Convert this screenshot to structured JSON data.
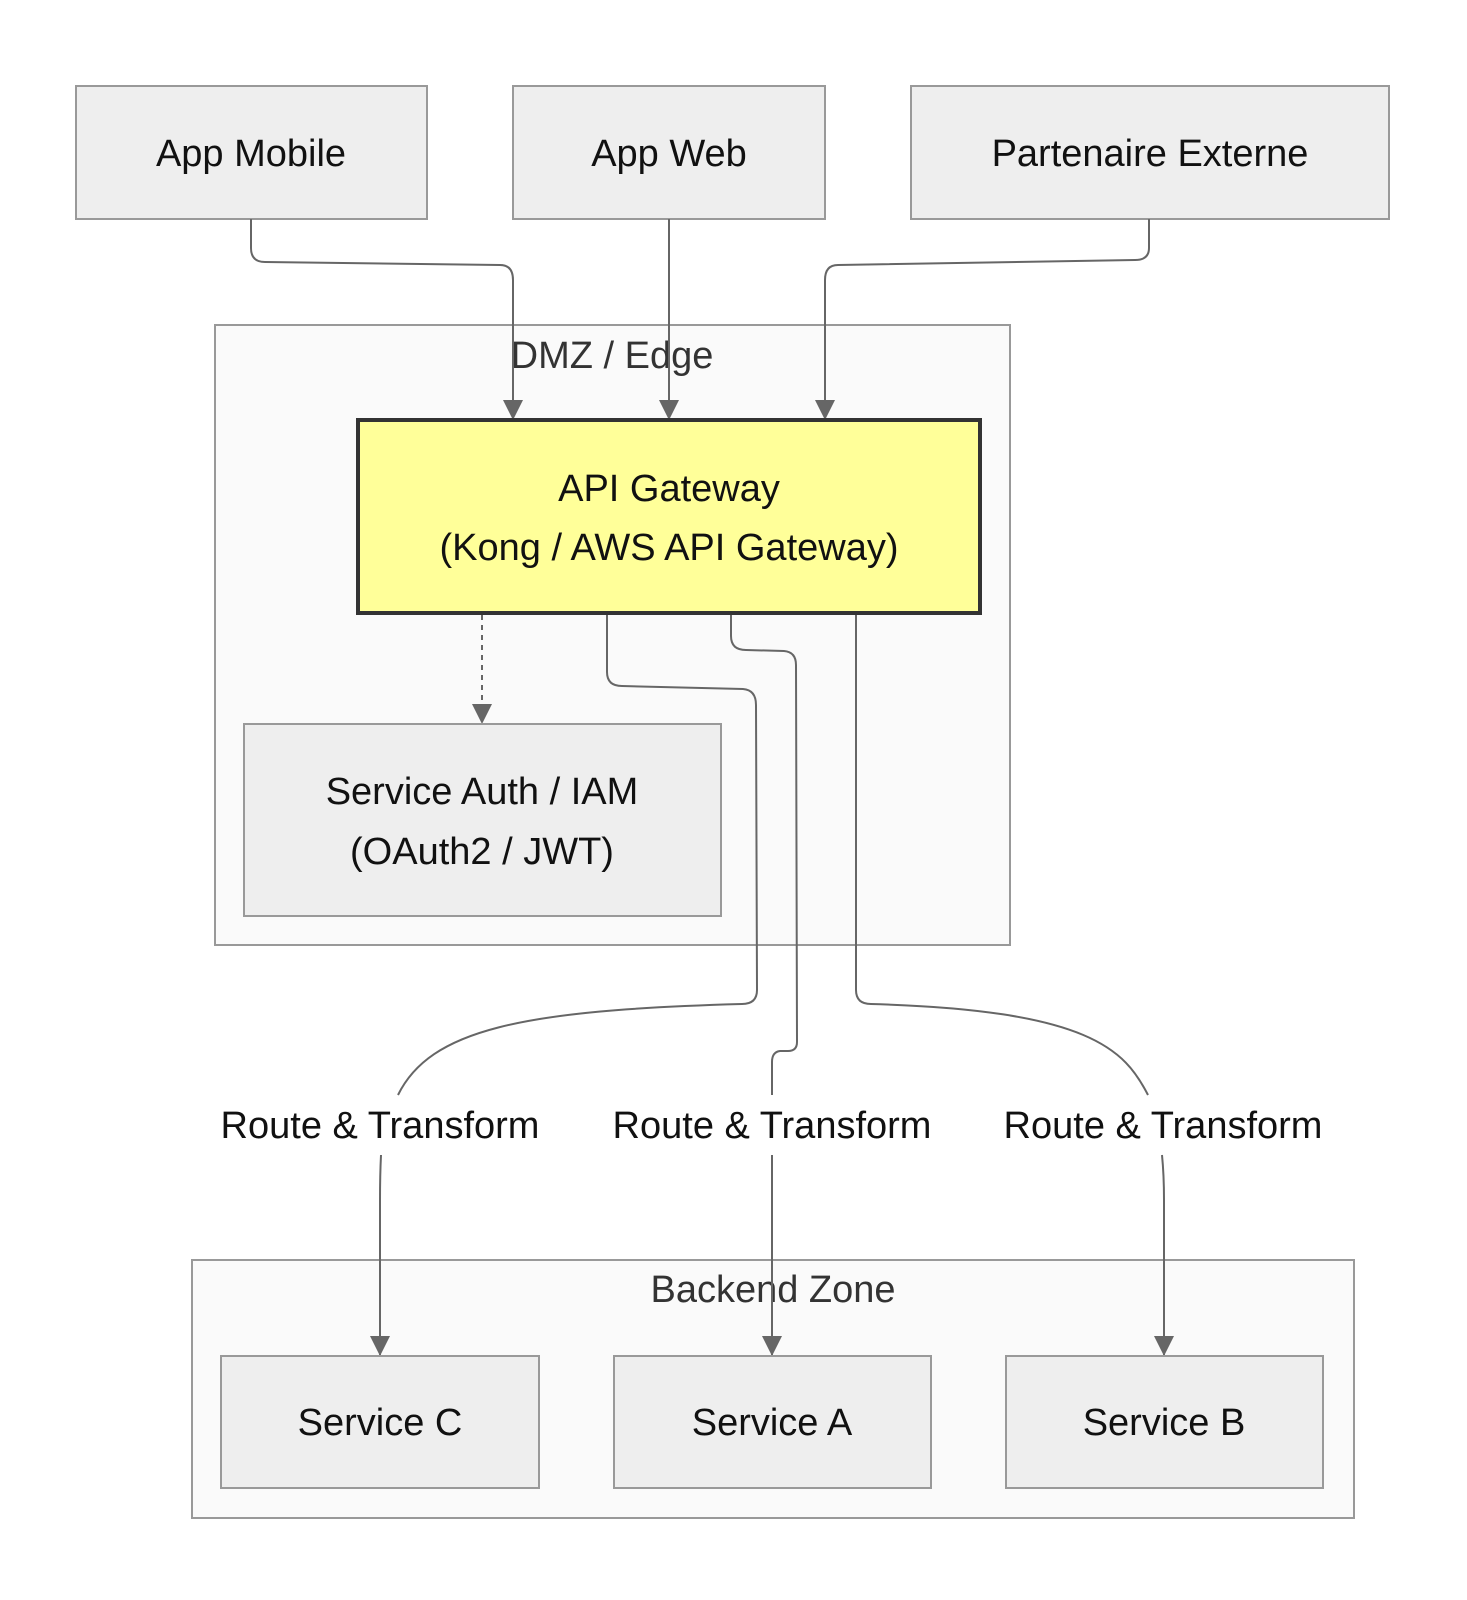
{
  "diagram": {
    "type": "flowchart",
    "clients": [
      {
        "id": "mobile",
        "label": "App Mobile"
      },
      {
        "id": "web",
        "label": "App Web"
      },
      {
        "id": "partner",
        "label": "Partenaire Externe"
      }
    ],
    "clusters": {
      "dmz": {
        "label": "DMZ / Edge"
      },
      "backend": {
        "label": "Backend Zone"
      }
    },
    "gateway": {
      "line1": "API Gateway",
      "line2": "(Kong / AWS API Gateway)",
      "fill": "#ffff99",
      "stroke": "#333333"
    },
    "auth": {
      "line1": "Service Auth / IAM",
      "line2": "(OAuth2 / JWT)"
    },
    "services": [
      {
        "id": "svcC",
        "label": "Service C"
      },
      {
        "id": "svcA",
        "label": "Service A"
      },
      {
        "id": "svcB",
        "label": "Service B"
      }
    ],
    "edges": [
      {
        "from": "App Mobile",
        "to": "API Gateway",
        "style": "solid"
      },
      {
        "from": "App Web",
        "to": "API Gateway",
        "style": "solid"
      },
      {
        "from": "Partenaire Externe",
        "to": "API Gateway",
        "style": "solid"
      },
      {
        "from": "API Gateway",
        "to": "Service Auth / IAM",
        "style": "dotted"
      },
      {
        "from": "API Gateway",
        "to": "Service C",
        "label": "Route & Transform",
        "style": "solid"
      },
      {
        "from": "API Gateway",
        "to": "Service A",
        "label": "Route & Transform",
        "style": "solid"
      },
      {
        "from": "API Gateway",
        "to": "Service B",
        "label": "Route & Transform",
        "style": "solid"
      }
    ],
    "edge_labels": [
      "Route & Transform",
      "Route & Transform",
      "Route & Transform"
    ],
    "colors": {
      "node_fill": "#eeeeee",
      "node_stroke": "#999999",
      "cluster_fill": "#fafafa",
      "edge": "#666666"
    }
  }
}
